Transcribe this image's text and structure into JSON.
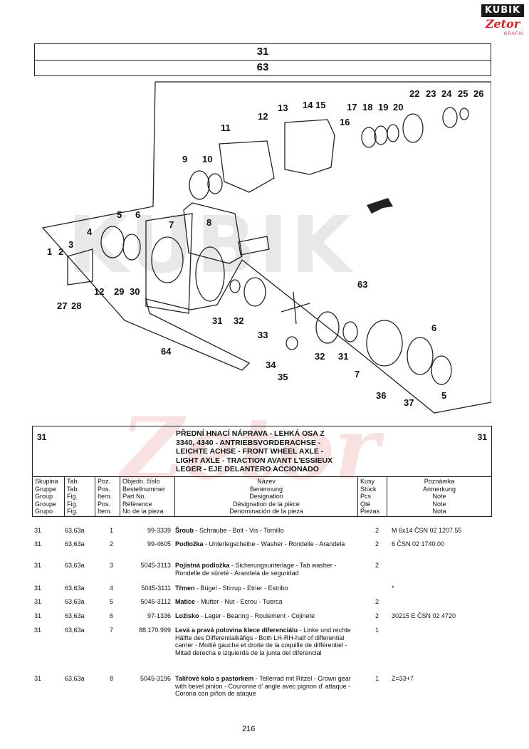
{
  "logo": {
    "brand": "KUBIK",
    "sub": "Zetor",
    "tag": "GRAFIK"
  },
  "header": {
    "group": "31",
    "table": "63"
  },
  "watermark": {
    "text1": "KUBIK",
    "text2": "Zetor"
  },
  "diagram_labels": {
    "l1": "1",
    "l2": "2",
    "l3": "3",
    "l4": "4",
    "l5a": "5",
    "l6a": "6",
    "l7a": "7",
    "l8": "8",
    "l9": "9",
    "l10": "10",
    "l11": "11",
    "l12a": "12",
    "l12b": "12",
    "l13": "13",
    "l14": "14",
    "l15": "15",
    "l16": "16",
    "l17": "17",
    "l18": "18",
    "l19": "19",
    "l20": "20",
    "l22": "22",
    "l23": "23",
    "l24": "24",
    "l25": "25",
    "l26": "26",
    "l27": "27",
    "l28": "28",
    "l29": "29",
    "l30": "30",
    "l31a": "31",
    "l31b": "31",
    "l32a": "32",
    "l32b": "32",
    "l33": "33",
    "l34": "34",
    "l35": "35",
    "l36": "36",
    "l37": "37",
    "l5b": "5",
    "l6b": "6",
    "l7b": "7",
    "l63": "63",
    "l64": "64"
  },
  "description": {
    "group_left": "31",
    "group_right": "31",
    "lines": [
      "PŘEDNÍ HNACÍ NÁPRAVA - LEHKÁ OSA Z",
      "3340, 4340 - ANTRIEBSVORDERACHSE -",
      "LEICHTE ACHSE - FRONT WHEEL AXLE -",
      "LIGHT AXLE - TRACTION AVANT L'ESSIEUX",
      "LEGER - EJE DELANTERO ACCIONADO"
    ]
  },
  "columns": {
    "skupina": [
      "Skupina",
      "Gruppe",
      "Group",
      "Groupe",
      "Grupo"
    ],
    "tab": [
      "Tab.",
      "Tab.",
      "Fig.",
      "Fig.",
      "Fig."
    ],
    "poz": [
      "Poz.",
      "Pos.",
      "Item.",
      "Pos.",
      "Item."
    ],
    "objedn": [
      "Objedn. číslo",
      "Bestellnummer",
      "Part No.",
      "Référence",
      "No de la pieza"
    ],
    "nazev": [
      "Název",
      "Benennung",
      "Designation",
      "Désignation de la pièce",
      "Denominación de la pieza"
    ],
    "kusy": [
      "Kusy",
      "Stück",
      "Pcs",
      "Qté",
      "Piezas"
    ],
    "poznamka": [
      "Poznámka",
      "Anmerkung",
      "Note",
      "Note",
      "Nota"
    ]
  },
  "parts": [
    {
      "group": "31",
      "tab": "63,63a",
      "pos": "1",
      "part": "99-3339",
      "name_bold": "Šroub",
      "name_rest": " - Schraube - Bolt - Vis - Tornillo",
      "qty": "2",
      "note": "M 6x14 ČSN 02 1207.55"
    },
    {
      "group": "31",
      "tab": "63,63a",
      "pos": "2",
      "part": "99-4605",
      "name_bold": "Podložka",
      "name_rest": " - Unterlegscheibe - Washer - Rondelle - Arandela",
      "qty": "2",
      "note": "6 ČSN 02 1740.00"
    },
    {
      "group": "31",
      "tab": "63,63a",
      "pos": "3",
      "part": "5045-3113",
      "name_bold": "Pojistná podložka",
      "name_rest": " - Sicherungsunterlage - Tab washer - Rondelle de sûreté - Arandela de seguridad",
      "qty": "2",
      "note": ""
    },
    {
      "group": "31",
      "tab": "63,63a",
      "pos": "4",
      "part": "5045-3111",
      "name_bold": "Třmen",
      "name_rest": " - Bügel - Stirrup - Etrier - Estribo",
      "qty": "",
      "note": "*"
    },
    {
      "group": "31",
      "tab": "63,63a",
      "pos": "5",
      "part": "5045-3112",
      "name_bold": "Matice",
      "name_rest": " - Mutter - Nut - Ecrou - Tuerca",
      "qty": "2",
      "note": ""
    },
    {
      "group": "31",
      "tab": "63,63a",
      "pos": "6",
      "part": "97-1336",
      "name_bold": "Ložisko",
      "name_rest": " - Lager - Bearing - Roulement - Cojinete",
      "qty": "2",
      "note": "30215 E ČSN 02 4720"
    },
    {
      "group": "31",
      "tab": "63,63a",
      "pos": "7",
      "part": "88.170.999",
      "name_bold": "Levá a pravá polovina klece diferenciálu",
      "name_rest": " - Linke und rechte Hälfte des Differentialkäfigs - Both LH-RH-half of differential carrier - Moitié gauche et droite de la coquille de différentiel - Mitad derecha e izquierda de la junta del diferencial",
      "qty": "1",
      "note": ""
    },
    {
      "group": "31",
      "tab": "63,63a",
      "pos": "8",
      "part": "5045-3196",
      "name_bold": "Talířové kolo s pastorkem",
      "name_rest": " - Tellerrad mit Ritzel - Crown gear with bevel pinion - Couronne d' angle avec pignon d' attaque - Corona con piñon de ataque",
      "qty": "1",
      "note": "Z=33+7"
    }
  ],
  "page_number": "216"
}
